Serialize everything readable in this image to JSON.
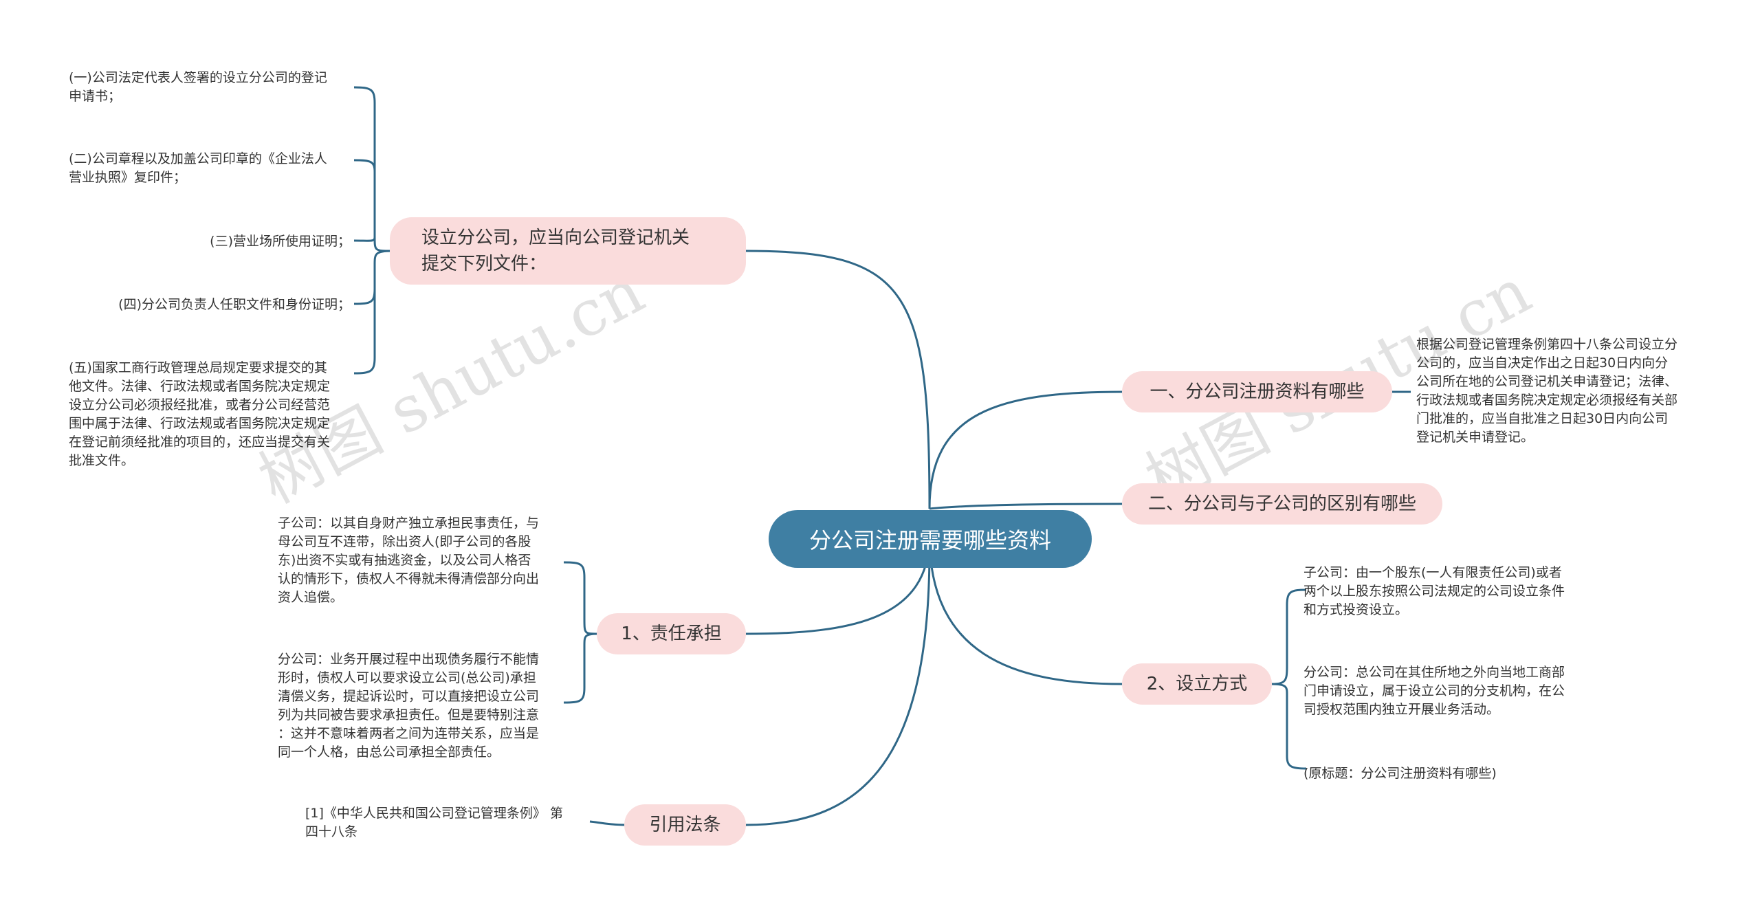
{
  "root": {
    "title": "分公司注册需要哪些资料"
  },
  "branches": {
    "submit_docs": {
      "label": "设立分公司，应当向公司登记机关\n提交下列文件：",
      "items": [
        "(一)公司法定代表人签署的设立分公司的登记\n申请书；",
        "(二)公司章程以及加盖公司印章的《企业法人\n营业执照》复印件；",
        "(三)营业场所使用证明；",
        "(四)分公司负责人任职文件和身份证明；",
        "(五)国家工商行政管理总局规定要求提交的其\n他文件。法律、行政法规或者国务院决定规定\n设立分公司必须报经批准，或者分公司经营范\n围中属于法律、行政法规或者国务院决定规定\n在登记前须经批准的项目的，还应当提交有关\n批准文件。"
      ]
    },
    "liability": {
      "label": "1、责任承担",
      "items": [
        "子公司：以其自身财产独立承担民事责任，与\n母公司互不连带，除出资人(即子公司的各股\n东)出资不实或有抽逃资金，以及公司人格否\n认的情形下，债权人不得就未得清偿部分向出\n资人追偿。",
        "分公司：业务开展过程中出现债务履行不能情\n形时，债权人可以要求设立公司(总公司)承担\n清偿义务，提起诉讼时，可以直接把设立公司\n列为共同被告要求承担责任。但是要特别注意\n：这并不意味着两者之间为连带关系，应当是\n同一个人格，由总公司承担全部责任。"
      ]
    },
    "law_ref": {
      "label": "引用法条",
      "items": [
        "[1]《中华人民共和国公司登记管理条例》 第\n四十八条"
      ]
    },
    "what_docs": {
      "label": "一、分公司注册资料有哪些",
      "items": [
        "根据公司登记管理条例第四十八条公司设立分\n公司的，应当自决定作出之日起30日内向分\n公司所在地的公司登记机关申请登记；法律、\n行政法规或者国务院决定规定必须报经有关部\n门批准的，应当自批准之日起30日内向公司\n登记机关申请登记。"
      ]
    },
    "difference": {
      "label": "二、分公司与子公司的区别有哪些",
      "items": []
    },
    "establish": {
      "label": "2、设立方式",
      "items": [
        "子公司：由一个股东(一人有限责任公司)或者\n两个以上股东按照公司法规定的公司设立条件\n和方式投资设立。",
        "分公司：总公司在其住所地之外向当地工商部\n门申请设立，属于设立公司的分支机构，在公\n司授权范围内独立开展业务活动。",
        "(原标题：分公司注册资料有哪些)"
      ]
    }
  },
  "watermarks": [
    "树图 shutu.cn",
    "树图 shutu.cn"
  ],
  "colors": {
    "root": "#3f7fa3",
    "node": "#fadcdc",
    "line": "#2f6787"
  }
}
